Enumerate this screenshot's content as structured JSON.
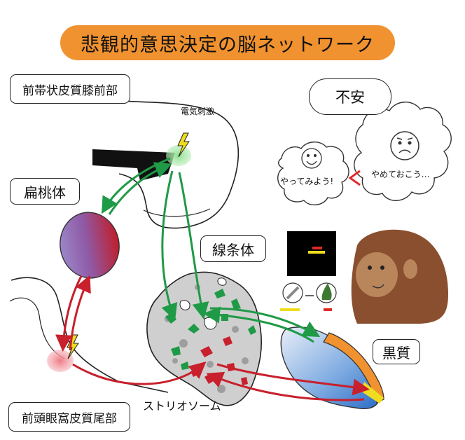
{
  "title": "悲観的意思決定の脳ネットワーク",
  "labels": {
    "acc": "前帯状皮質膝前部",
    "amygdala": "扁桃体",
    "striatum": "線条体",
    "sn": "黒質",
    "ofc": "前頭眼窩皮質尾部",
    "striosome": "ストリオソーム",
    "stim": "電気刺激"
  },
  "bubbles": {
    "anxiety": "不安",
    "try": "やってみよう!",
    "quit": "やめておこう…"
  },
  "colors": {
    "banner": "#f0922f",
    "green_path": "#1f9a46",
    "red_path": "#c8202c",
    "accent_red": "#e02a2a",
    "yellow": "#f0dc1e"
  }
}
